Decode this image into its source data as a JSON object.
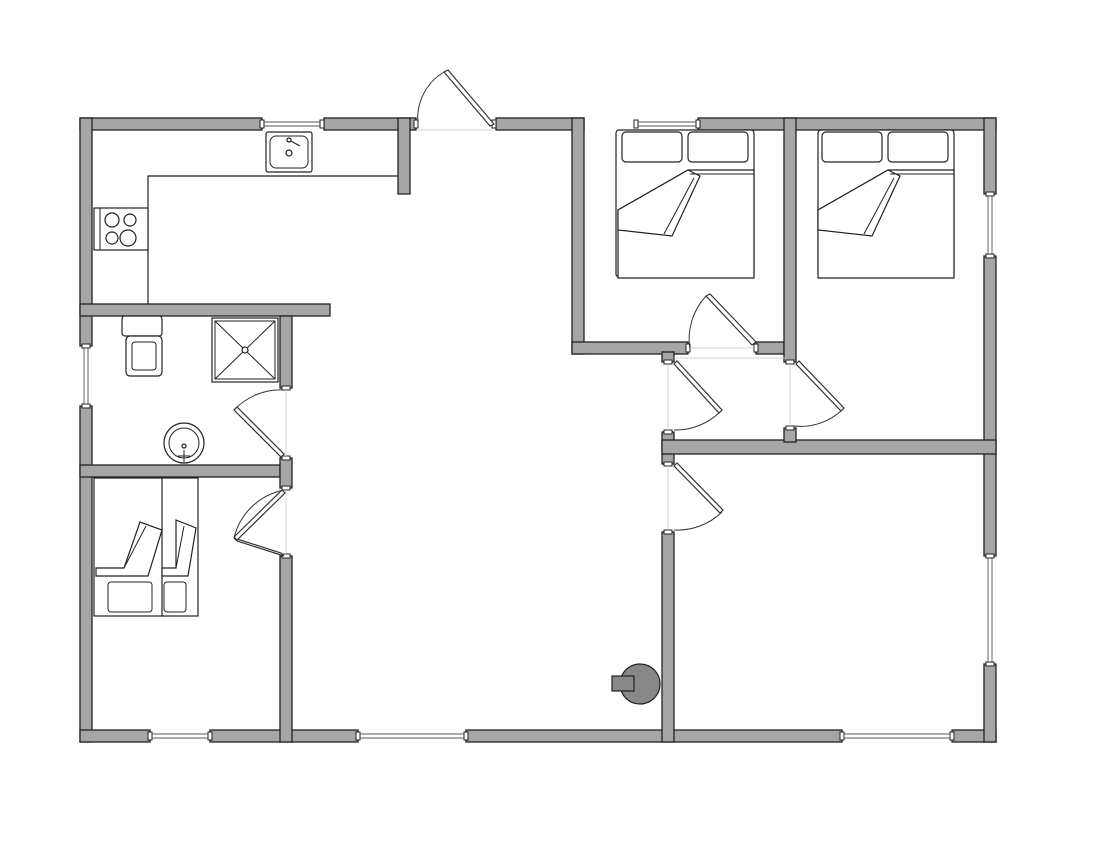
{
  "drawing": {
    "kind": "floor-plan",
    "labels": [],
    "colors": {
      "wall_fill": "#a6a6a6",
      "line": "#222222",
      "background": "#ffffff",
      "stove_fill": "#888888"
    },
    "rooms": [
      "kitchen-living",
      "bathroom",
      "small-bedroom",
      "bedroom-1",
      "bedroom-2",
      "corner-room",
      "hallway"
    ],
    "fixtures": [
      "kitchen-sink-icon",
      "cooktop-icon",
      "toilet-icon",
      "shower-icon",
      "washbasin-icon",
      "double-bed-icon",
      "bunk-bed-icon",
      "wood-stove-icon"
    ]
  }
}
